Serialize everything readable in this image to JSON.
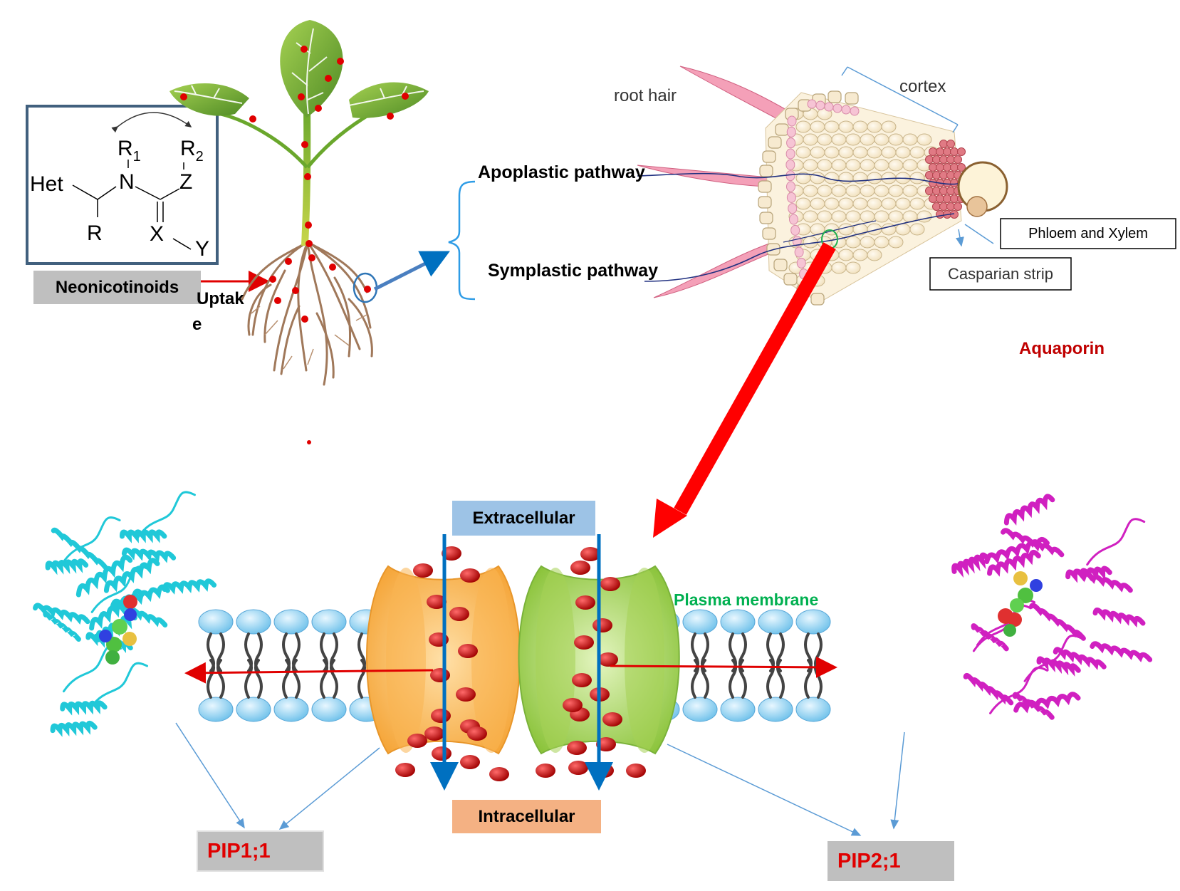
{
  "structure": {
    "het": "Het",
    "r1_letter": "R",
    "r1_sub": "1",
    "r2_letter": "R",
    "r2_sub": "2",
    "n": "N",
    "z": "Z",
    "x": "X",
    "r": "R",
    "y": "Y"
  },
  "labels": {
    "neonicotinoids": "Neonicotinoids",
    "uptake_line1": "Uptak",
    "uptake_line2": "e",
    "apoplastic": "Apoplastic pathway",
    "symplastic": "Symplastic pathway",
    "root_hair": "root hair",
    "cortex": "cortex",
    "phloem_xylem": "Phloem and Xylem",
    "casparian": "Casparian strip",
    "aquaporin": "Aquaporin",
    "extracellular": "Extracellular",
    "intracellular": "Intracellular",
    "plasma_membrane": "Plasma membrane",
    "pip1": "PIP1;1",
    "pip2": "PIP2;1"
  },
  "colors": {
    "red_label": "#e00000",
    "aquaporin": "#c00000",
    "plasma_membrane": "#00b050",
    "extracellular_bg": "#9dc3e6",
    "intracellular_bg": "#f4b183",
    "neonic_bg": "#bfbfbf",
    "pip_bg": "#bfbfbf",
    "leaf_green": "#7cb342",
    "root_brown": "#a0785a",
    "lipid_head": "#8fd0f0",
    "channel_orange": "#f7b24a",
    "channel_green": "#9ccc4c",
    "water_red": "#c00000",
    "protein_cyan": "#20c8d8",
    "protein_magenta": "#d020c0",
    "arrow_blue": "#0070c0"
  },
  "icons": {
    "plant": "seedling-with-roots-icon",
    "root_section": "root-cross-section-icon",
    "channel_left": "aquaporin-channel-orange",
    "channel_right": "aquaporin-channel-green",
    "protein_left": "pip1-protein-structure",
    "protein_right": "pip2-protein-structure"
  }
}
